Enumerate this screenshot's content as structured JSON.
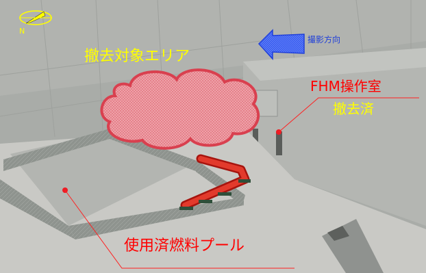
{
  "labels": {
    "compass": "N",
    "removal_area": "撤去対象エリア",
    "shooting_direction": "撮影方向",
    "fhm_room": "FHM操作室",
    "fhm_status": "撤去済",
    "spent_fuel_pool": "使用済燃料プール"
  },
  "colors": {
    "label_yellow": "#ffff00",
    "label_red": "#ff0000",
    "label_blue": "#1f3fd9",
    "cloud_fill": "#e87b86",
    "cloud_stroke": "#d94050",
    "arrow_fill": "#3a5ef0",
    "marker_red": "#ee1c24",
    "pipe_red": "#d8231c"
  },
  "icons": {
    "compass": "compass-icon",
    "direction_arrow": "arrow-left-icon"
  }
}
